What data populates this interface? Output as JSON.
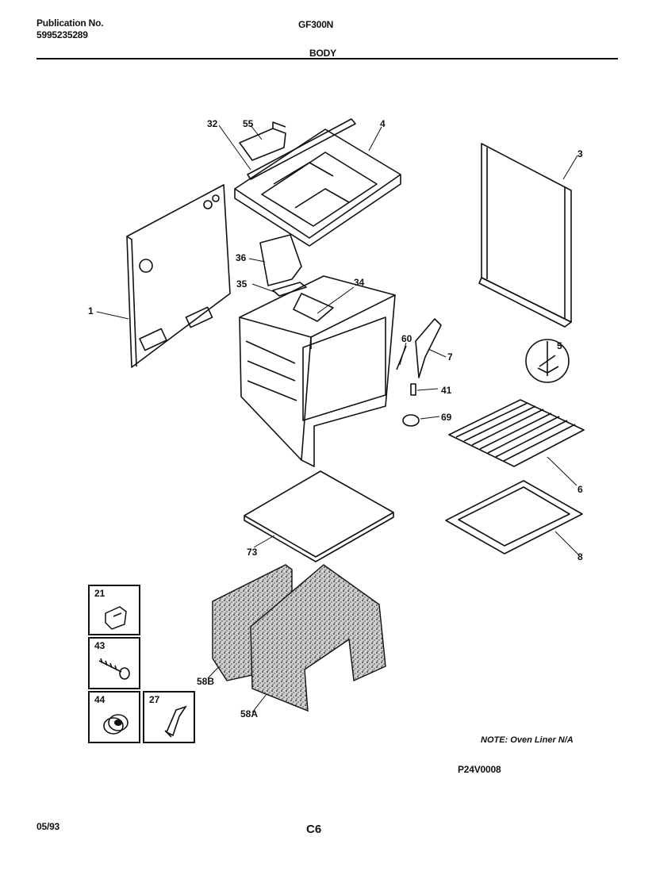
{
  "header": {
    "publication_label": "Publication No.",
    "publication_number": "5995235289",
    "model": "GF300N",
    "section": "BODY"
  },
  "callouts": [
    "32",
    "55",
    "4",
    "3",
    "1",
    "36",
    "35",
    "34",
    "60",
    "7",
    "5",
    "41",
    "69",
    "6",
    "73",
    "8",
    "58B",
    "58A"
  ],
  "inset_parts": [
    "21",
    "43",
    "44",
    "27"
  ],
  "note": "NOTE: Oven Liner N/A",
  "diagram_code": "P24V0008",
  "footer": {
    "date": "05/93",
    "page": "C6"
  }
}
